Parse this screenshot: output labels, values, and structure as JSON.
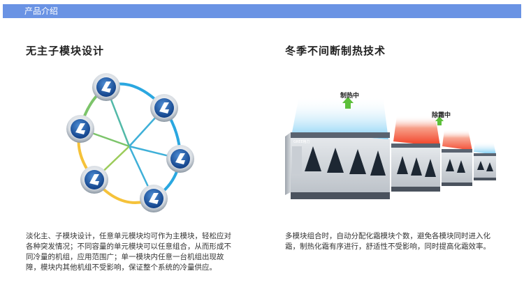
{
  "header": {
    "title": "产品介绍"
  },
  "left": {
    "title": "无主子模块设计",
    "description": "淡化主、子模块设计，任意单元模块均可作为主模块，轻松应对各种突发情况；不同容量的单元模块可以任意组合，从而形成不同冷量的机组，应用范围广；单一模块内任意一台机组出现故障，模块内其他机组不受影响，保证整个系统的冷量供应。"
  },
  "right": {
    "title": "冬季不间断制热技术",
    "label_heating": "制热中",
    "label_defrost": "除霜中",
    "unit_logo": "GREE格力",
    "description": "多模块组合时，自动分配化霜模块个数，避免各模块同时进入化霜，制热化霜有序进行，舒适性不受影响，同时提高化霜效率。"
  },
  "colors": {
    "header": "#6a93e4",
    "badge_blue": "#1f5fae",
    "ring_blue": "#2aa7e0",
    "ring_yellow": "#f5c23a",
    "ring_green": "#7cc46a",
    "heat_red": "#f23a1f",
    "arrow_green": "#5cbf3a"
  }
}
